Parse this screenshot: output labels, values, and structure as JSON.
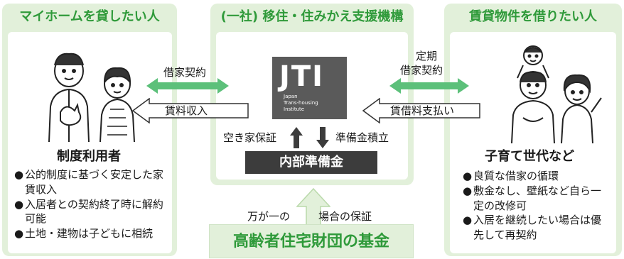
{
  "left_panel": {
    "title": "マイホームを貸したい人",
    "heading": "制度利用者",
    "bullets": [
      "公的制度に基づく安定した家賃収入",
      "入居者との契約終了時に解約可能",
      "土地・建物は子どもに相続"
    ]
  },
  "center_panel": {
    "title": "(一社) 移住・住みかえ支援機構",
    "logo_text": "JTI",
    "logo_subtext": [
      "Japan",
      "Trans-housing",
      "Institute"
    ],
    "reserve_label": "内部準備金",
    "vacancy_label": "空き家保証",
    "reserve_accum_label": "準備金積立"
  },
  "right_panel": {
    "title": "賃貸物件を借りたい人",
    "heading": "子育て世代など",
    "bullets": [
      "良質な借家の循環",
      "敷金なし、壁紙など自ら一定の改修可",
      "入居を継続したい場合は優先して再契約"
    ]
  },
  "left_flow": {
    "contract_label": "借家契約",
    "income_label": "賃料収入"
  },
  "right_flow": {
    "contract_label_line1": "定期",
    "contract_label_line2": "借家契約",
    "payment_label": "賃借料支払い"
  },
  "bottom": {
    "left_label": "万が一の",
    "right_label": "場合の保証",
    "fund_label": "高齢者住宅財団の基金"
  },
  "colors": {
    "panel_bg": "#e2f0da",
    "title_green": "#2f9a3a",
    "arrow_green": "#5cc07a",
    "dark_bar": "#3c3c3c"
  }
}
